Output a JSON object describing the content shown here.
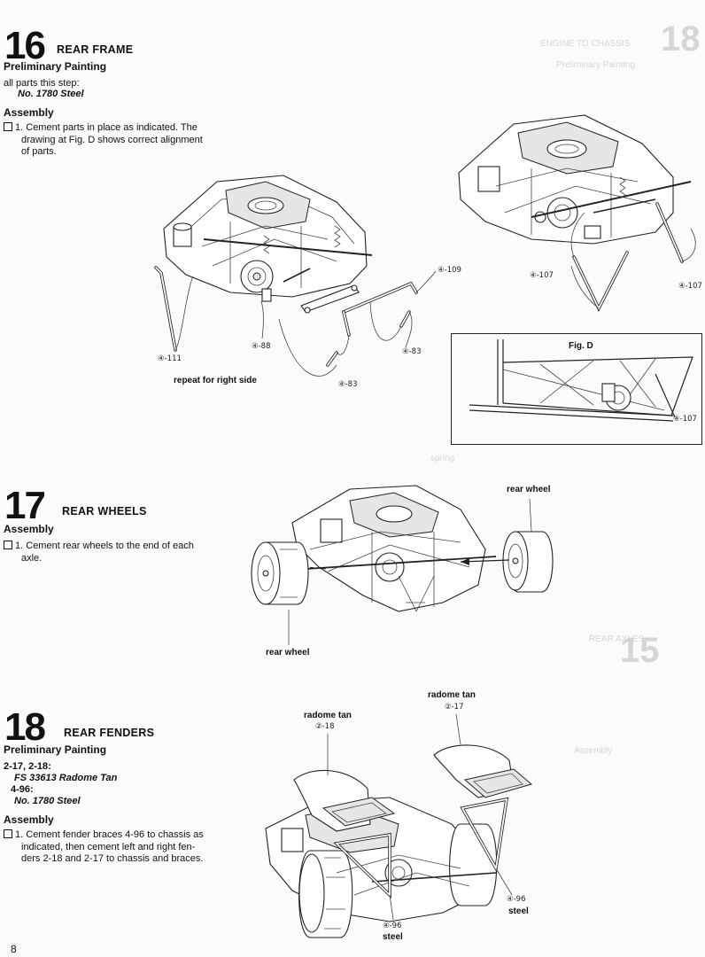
{
  "page_number": "8",
  "step16": {
    "number": "16",
    "title": "REAR FRAME",
    "prelim_label": "Preliminary Painting",
    "paint_scope": "all parts this step:",
    "paint_color": "No. 1780 Steel",
    "assembly_label": "Assembly",
    "instruction_num": "1.",
    "instruction_line1": "Cement parts in place as indicated. The",
    "instruction_line2": "drawing at Fig. D shows correct alignment",
    "instruction_line3": "of parts.",
    "labels": {
      "p111": "④-111",
      "p88": "④-88",
      "p83a": "④-83",
      "p83b": "④-83",
      "p109": "④-109",
      "p107a": "④-107",
      "p107b": "④-107",
      "repeat": "repeat for right side"
    },
    "fig_d": {
      "title": "Fig. D",
      "label": "④-107"
    }
  },
  "step17": {
    "number": "17",
    "title": "REAR WHEELS",
    "assembly_label": "Assembly",
    "instruction_num": "1.",
    "instruction_line1": "Cement rear wheels to the end of each",
    "instruction_line2": "axle.",
    "rear_wheel_top": "rear wheel",
    "rear_wheel_bottom": "rear wheel"
  },
  "step18": {
    "number": "18",
    "title": "REAR FENDERS",
    "prelim_label": "Preliminary Painting",
    "paint1_parts": "2-17, 2-18:",
    "paint1_color": "FS 33613 Radome Tan",
    "paint2_parts": "4-96:",
    "paint2_color": "No. 1780 Steel",
    "assembly_label": "Assembly",
    "instruction_num": "1.",
    "instruction_line1": "Cement fender braces 4-96 to chassis as",
    "instruction_line2": "indicated, then cement left and right fen-",
    "instruction_line3": "ders 2-18 and 2-17 to chassis and braces.",
    "labels": {
      "radome_left": "radome tan",
      "p2_18": "②-18",
      "radome_right": "radome tan",
      "p2_17": "②-17",
      "p4_96a": "④-96",
      "steel_a": "steel",
      "p4_96b": "④-96",
      "steel_b": "steel"
    }
  },
  "ghost_text": [
    "18",
    "ENGINE TO CHASSIS",
    "Preliminary Painting",
    "15",
    "REAR AXLES",
    "spring",
    "Assembly"
  ]
}
